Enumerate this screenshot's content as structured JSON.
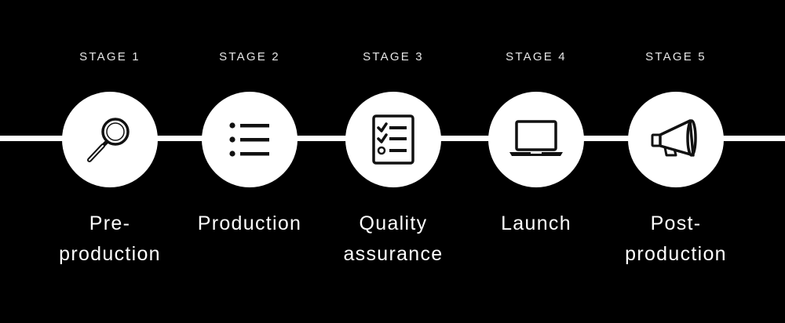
{
  "colors": {
    "background": "#000000",
    "foreground": "#ffffff",
    "icon": "#111111"
  },
  "stages": [
    {
      "label": "STAGE 1",
      "name_lines": [
        "Pre-",
        "production"
      ],
      "icon": "magnifier-icon"
    },
    {
      "label": "STAGE 2",
      "name_lines": [
        "Production"
      ],
      "icon": "bulleted-list-icon"
    },
    {
      "label": "STAGE 3",
      "name_lines": [
        "Quality",
        "assurance"
      ],
      "icon": "checklist-icon"
    },
    {
      "label": "STAGE 4",
      "name_lines": [
        "Launch"
      ],
      "icon": "laptop-icon"
    },
    {
      "label": "STAGE 5",
      "name_lines": [
        "Post-",
        "production"
      ],
      "icon": "megaphone-icon"
    }
  ]
}
